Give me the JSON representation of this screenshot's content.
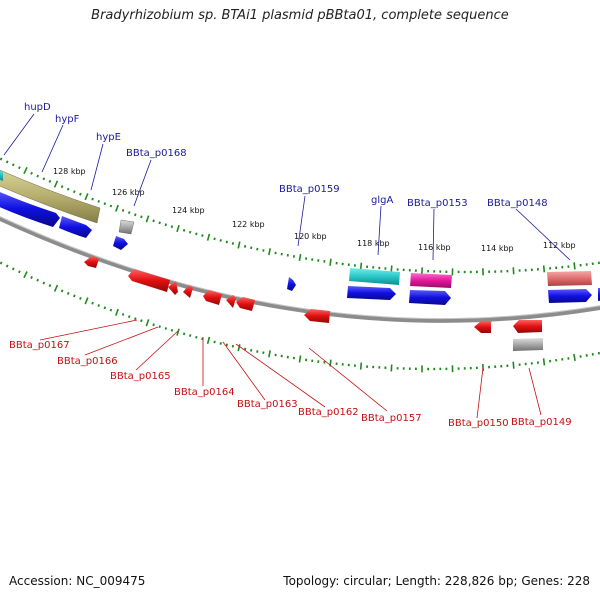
{
  "title": "Bradyrhizobium sp. BTAi1 plasmid pBBta01, complete sequence",
  "footer": {
    "accession": "Accession: NC_009475",
    "summary": "Topology: circular; Length: 228,826 bp; Genes: 228"
  },
  "scale_ticks": [
    "128 kbp",
    "126 kbp",
    "124 kbp",
    "122 kbp",
    "120 kbp",
    "118 kbp",
    "116 kbp",
    "114 kbp",
    "112 kbp"
  ],
  "forward_labels": [
    "hupD",
    "hypF",
    "hypE",
    "BBta_p0168",
    "BBta_p0159",
    "glgA",
    "BBta_p0153",
    "BBta_p0148"
  ],
  "reverse_labels": [
    "BBta_p0167",
    "BBta_p0166",
    "BBta_p0165",
    "BBta_p0164",
    "BBta_p0163",
    "BBta_p0162",
    "BBta_p0157",
    "BBta_p0150",
    "BBta_p0149"
  ],
  "colors": {
    "backbone": "#888888",
    "forward_cds": "#1010e0",
    "reverse_cds": "#e01010",
    "tick": "#1e8a1e",
    "label_forward": "#1a1aa0",
    "label_reverse": "#c41010",
    "hydrogenase_band": "#b8b070",
    "glgA": "#28c8c8",
    "bbta_p0153": "#e0189a",
    "bbta_p0148": "#e06e6e",
    "grey_gene": "#a0a0a0"
  }
}
